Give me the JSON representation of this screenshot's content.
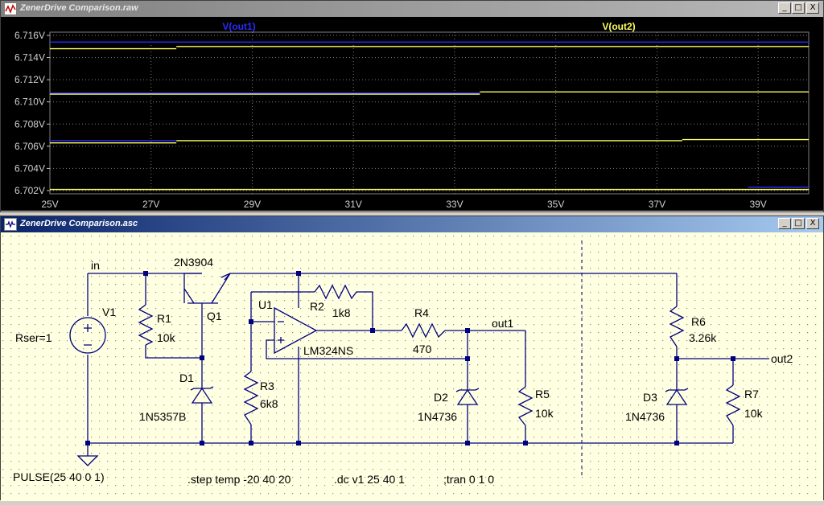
{
  "waveform_window": {
    "title": "ZenerDrive Comparison.raw",
    "controls": [
      "_",
      "□",
      "X"
    ],
    "traces": [
      {
        "name": "V(out1)",
        "color": "#2a2aff"
      },
      {
        "name": "V(out2)",
        "color": "#ffff60"
      }
    ],
    "y_labels": [
      "6.716V",
      "6.714V",
      "6.712V",
      "6.710V",
      "6.708V",
      "6.706V",
      "6.704V",
      "6.702V"
    ],
    "x_labels": [
      "25V",
      "27V",
      "29V",
      "31V",
      "33V",
      "35V",
      "37V",
      "39V"
    ]
  },
  "chart_data": {
    "type": "line",
    "xlabel": "",
    "ylabel": "",
    "xlim": [
      25,
      40
    ],
    "ylim": [
      6.702,
      6.716
    ],
    "grid": true,
    "series": [
      {
        "name": "V(out1)",
        "color": "#2a2aff",
        "segments": [
          {
            "x": [
              25,
              40
            ],
            "y": [
              6.7154,
              6.7154
            ]
          },
          {
            "x": [
              25,
              33.5
            ],
            "y": [
              6.7108,
              6.7108
            ]
          },
          {
            "x": [
              25,
              27.5
            ],
            "y": [
              6.7065,
              6.7065
            ]
          },
          {
            "x": [
              38.8,
              40
            ],
            "y": [
              6.7023,
              6.7023
            ]
          }
        ]
      },
      {
        "name": "V(out2)",
        "color": "#ffff60",
        "segments": [
          {
            "x": [
              25,
              27.5
            ],
            "y": [
              6.7148,
              6.7148
            ]
          },
          {
            "x": [
              27.5,
              40
            ],
            "y": [
              6.715,
              6.715
            ]
          },
          {
            "x": [
              25,
              33.5
            ],
            "y": [
              6.7107,
              6.7107
            ]
          },
          {
            "x": [
              33.5,
              40
            ],
            "y": [
              6.7109,
              6.7109
            ]
          },
          {
            "x": [
              25,
              27.5
            ],
            "y": [
              6.7063,
              6.7063
            ]
          },
          {
            "x": [
              27.5,
              37.5
            ],
            "y": [
              6.7065,
              6.7065
            ]
          },
          {
            "x": [
              37.5,
              40
            ],
            "y": [
              6.7066,
              6.7066
            ]
          },
          {
            "x": [
              25,
              40
            ],
            "y": [
              6.7021,
              6.7021
            ]
          }
        ]
      }
    ]
  },
  "schematic_window": {
    "title": "ZenerDrive Comparison.asc",
    "controls": [
      "_",
      "□",
      "X"
    ],
    "labels": {
      "in": "in",
      "q1_model": "2N3904",
      "q1": "Q1",
      "v1": "V1",
      "rser": "Rser=1",
      "r1": "R1",
      "r1_val": "10k",
      "d1": "D1",
      "d1_model": "1N5357B",
      "u1": "U1",
      "r2": "R2",
      "r2_val": "1k8",
      "opamp_model": "LM324NS",
      "r3": "R3",
      "r3_val": "6k8",
      "r4": "R4",
      "r4_val": "470",
      "out1": "out1",
      "d2": "D2",
      "d2_model": "1N4736",
      "r5": "R5",
      "r5_val": "10k",
      "r6": "R6",
      "r6_val": "3.26k",
      "out2": "out2",
      "d3": "D3",
      "d3_model": "1N4736",
      "r7": "R7",
      "r7_val": "10k"
    },
    "directives": {
      "pulse": "PULSE(25 40 0 1)",
      "step": ".step temp -20 40 20",
      "dc": ".dc v1 25 40 1",
      "tran": ";tran 0 1 0"
    }
  }
}
